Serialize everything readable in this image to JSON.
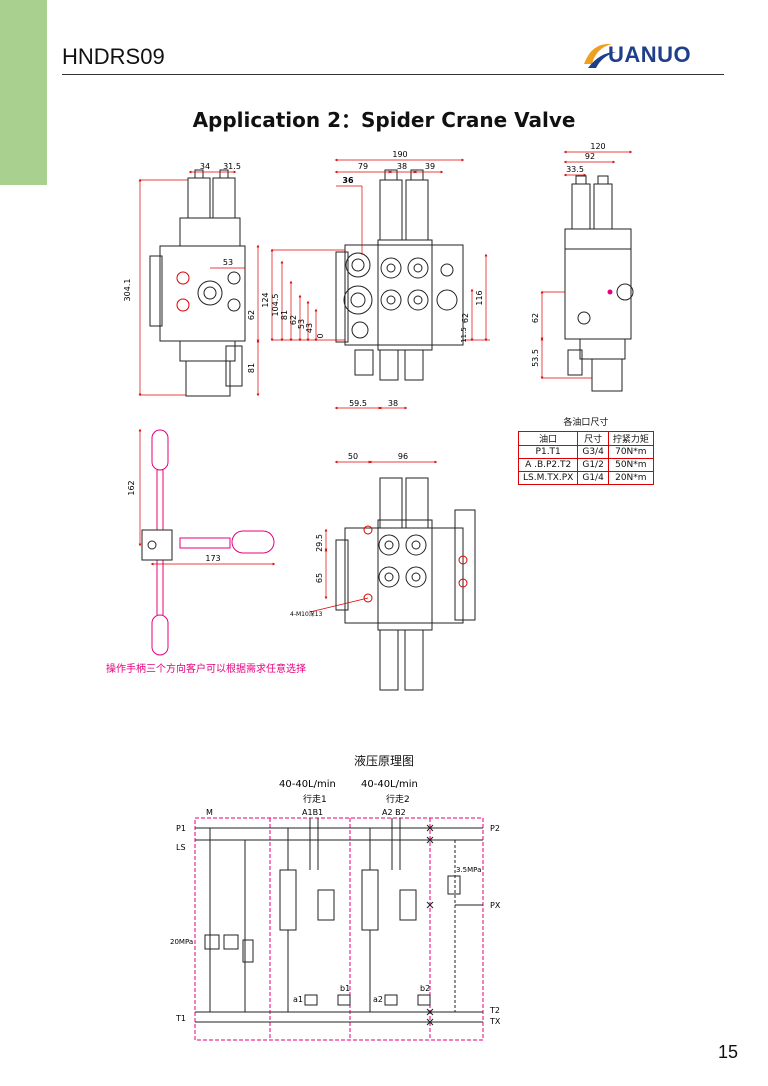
{
  "header": {
    "title": "HNDRS09",
    "logo_text": "UANUO"
  },
  "page_title": "Application 2：Spider Crane Valve",
  "page_number": "15",
  "note": "操作手柄三个方向客户可以根据需求任意选择",
  "schematic_title": "液压原理图",
  "table": {
    "caption": "各油口尺寸",
    "headers": [
      "油口",
      "尺寸",
      "拧紧力矩"
    ],
    "rows": [
      [
        "P1.T1",
        "G3/4",
        "70N*m"
      ],
      [
        "A .B.P2.T2",
        "G1/2",
        "50N*m"
      ],
      [
        "LS.M.TX.PX",
        "G1/4",
        "20N*m"
      ]
    ]
  },
  "dimensions": {
    "side_left": {
      "w1": "34",
      "w2": "31.5",
      "d53": "53",
      "h304": "304.1",
      "h62": "62",
      "h81": "81"
    },
    "front": {
      "w190": "190",
      "w79": "79",
      "w38": "38",
      "w39": "39",
      "d36": "36",
      "h124": "124",
      "h104": "104.5",
      "h81": "81",
      "h62": "62",
      "h53": "53",
      "h43": "43",
      "h0": "0",
      "h116": "116",
      "h62r": "62",
      "h11": "11.5",
      "b59": "59.5",
      "b38": "38"
    },
    "side_right": {
      "w120": "120",
      "w92": "92",
      "w33": "33.5",
      "h62": "62",
      "h53": "53.5"
    },
    "lever": {
      "h162": "162",
      "w173": "173"
    },
    "bottom_view": {
      "w50": "50",
      "w96": "96",
      "h29": "29.5",
      "h65": "65",
      "bolt": "4-M10深13"
    }
  },
  "schematic": {
    "flow_label_1": "40-40L/min",
    "flow_label_2": "40-40L/min",
    "section_1": "行走1",
    "section_2": "行走2",
    "ports_top_1": "A1B1",
    "ports_top_2": "A2  B2",
    "port_m": "M",
    "port_p1": "P1",
    "port_ls": "LS",
    "port_t1": "T1",
    "port_p2": "P2",
    "port_px": "PX",
    "port_t2": "T2",
    "port_tx": "TX",
    "relief_20": "20MPa",
    "relief_35": "3.5MPa",
    "pilot_a1": "a1",
    "pilot_b1": "b1",
    "pilot_a2": "a2",
    "pilot_b2": "b2"
  },
  "colors": {
    "accent_green": "#a9d08e",
    "dimension_red": "#d00000",
    "schematic_magenta": "#e4007f",
    "logo_blue": "#1f3f8a",
    "logo_orange": "#f0a020"
  }
}
